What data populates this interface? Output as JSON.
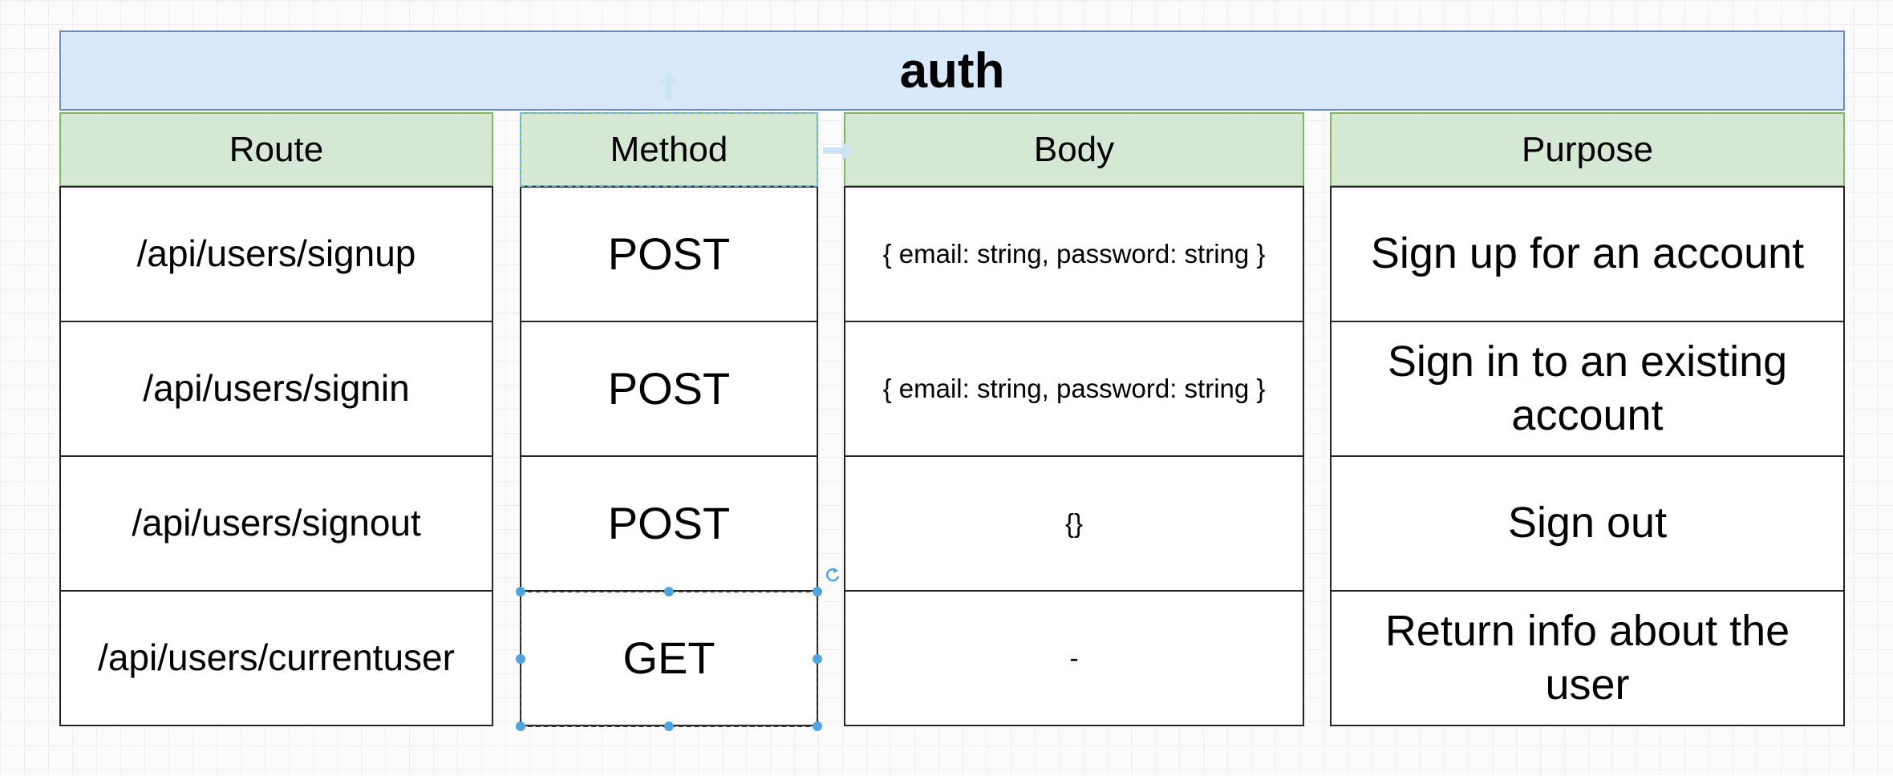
{
  "title": "auth",
  "columns": {
    "route": "Route",
    "method": "Method",
    "body": "Body",
    "purpose": "Purpose"
  },
  "rows": [
    {
      "route": "/api/users/signup",
      "method": "POST",
      "body": "{ email: string, password: string }",
      "purpose": "Sign up for an account"
    },
    {
      "route": "/api/users/signin",
      "method": "POST",
      "body": "{ email: string, password: string }",
      "purpose": "Sign in to an existing account"
    },
    {
      "route": "/api/users/signout",
      "method": "POST",
      "body": "{}",
      "purpose": "Sign out"
    },
    {
      "route": "/api/users/currentuser",
      "method": "GET",
      "body": "-",
      "purpose": "Return info about the user"
    }
  ],
  "colors": {
    "title_fill": "#dae8fc",
    "title_border": "#6c8ebf",
    "header_fill": "#d5e8d4",
    "header_border": "#82b366",
    "selection": "#4fa3e0"
  },
  "icons": [
    "connect-arrow-up-icon",
    "connect-arrow-right-icon",
    "rotate-handle-icon"
  ]
}
